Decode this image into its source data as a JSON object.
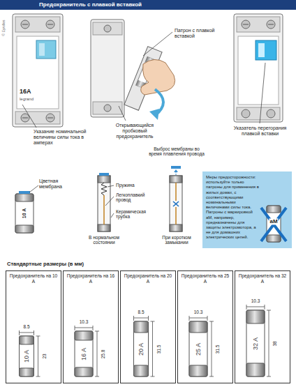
{
  "diagram": {
    "title": "Предохранитель с плавкой вставкой",
    "nodes": [
      {
        "text": [
          "Меры предосторожности: используйте только патроны для применения в жилых домах, с соответствующими номинальными величинами силы тока. Патроны с маркировкой aM, например, предназначены для защиты электромотора, а не для домашних электрических цепей."
        ]
      },
      {
        "text": [
          "Предохранитель на 10 A"
        ]
      },
      {
        "text": [
          "Предохранитель на 16 A"
        ]
      },
      {
        "text": [
          "Предохранитель на 20 A"
        ]
      },
      {
        "text": [
          "Предохранитель на 25 A"
        ]
      },
      {
        "text": [
          "Предохранитель на 32 A"
        ]
      }
    ],
    "labels": [
      "© Eyrolles",
      "Патрон с плавкой вставкой",
      "16A",
      "legrand",
      "Открывающийся пробковый предохранитель",
      "Указание номинальной величины силы тока в амперах",
      "Указатель перегорания плавкой вставки",
      "Цветная мембрана",
      "10 A",
      "Пружина",
      "Легкоплавкий провод",
      "Керамическая трубка",
      "В нормальном состоянии",
      "Выброс мембраны во время плавления провода",
      "При коротком замыкании",
      "aM",
      "Стандартные размеры (в мм)",
      "8.5",
      "23",
      "10 A",
      "10.3",
      "25.8",
      "16 A",
      "8.5",
      "31.5",
      "20 A",
      "10.3",
      "31.5",
      "25 A",
      "10.3",
      "38",
      "32 A"
    ]
  }
}
